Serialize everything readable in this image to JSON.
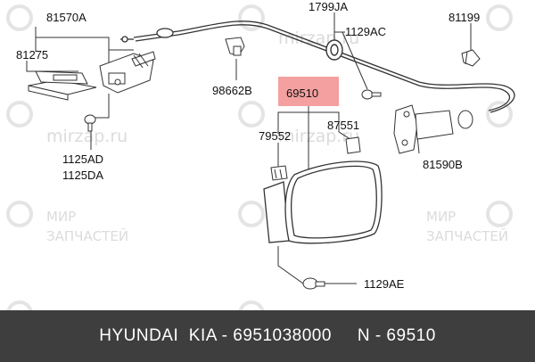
{
  "parts": {
    "p81570A": "81570A",
    "p81275": "81275",
    "p1125AD": "1125AD",
    "p1125DA": "1125DA",
    "p1799JA": "1799JA",
    "p98662B": "98662B",
    "p1129AC": "1129AC",
    "p81199": "81199",
    "p69510": "69510",
    "p87551": "87551",
    "p79552": "79552",
    "p81590B": "81590B",
    "p1129AE": "1129AE"
  },
  "watermark": {
    "site": "mirzap.ru",
    "brand_line1": "МИР",
    "brand_line2": "ЗАПЧАСТЕЙ"
  },
  "footer": {
    "text": "HYUNDAI  KIA - 6951038000     N - 69510"
  },
  "colors": {
    "highlight_box": "#f4a0a0",
    "footer_bg": "#3e3e3e"
  }
}
